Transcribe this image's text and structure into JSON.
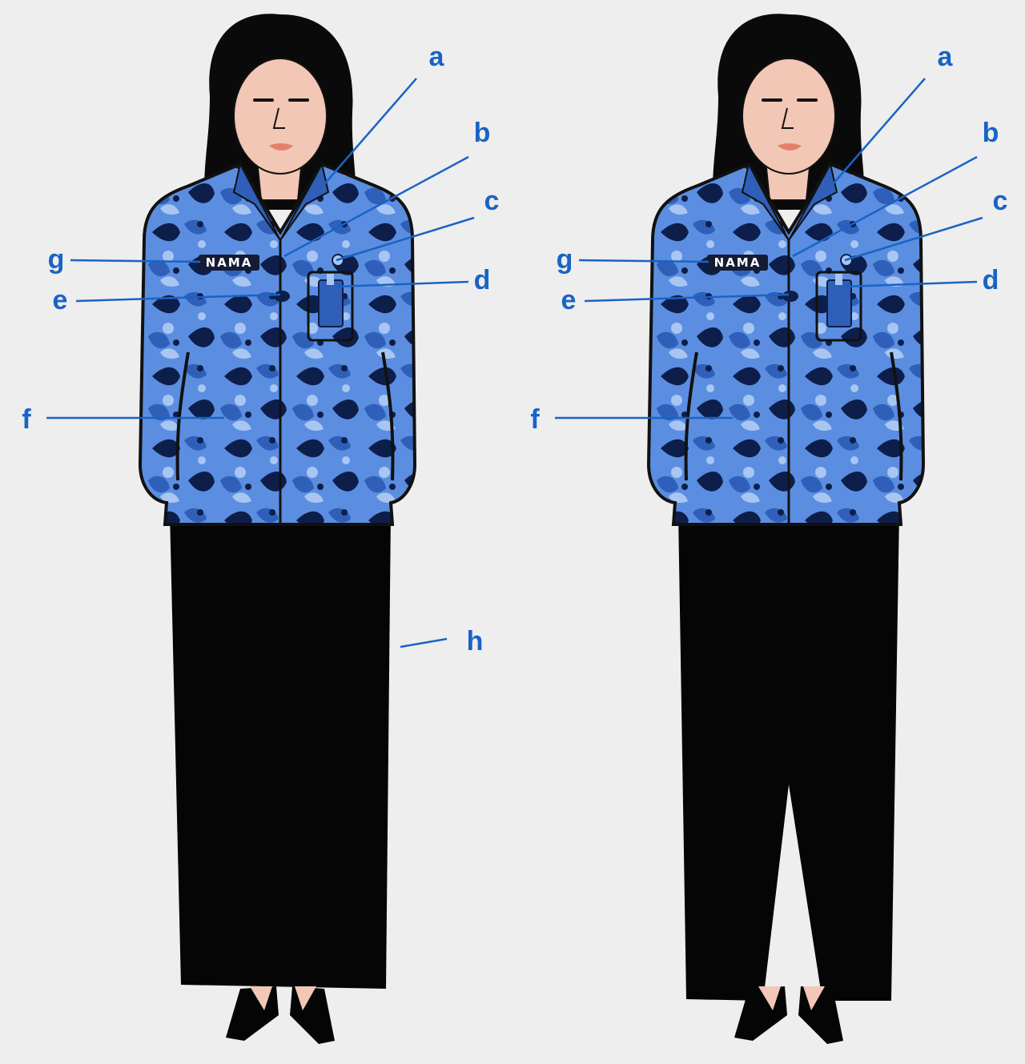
{
  "colors": {
    "background": "#eeeeee",
    "border": "#111111",
    "batik_base": "#5b8ee0",
    "batik_dark": "#0d1e4a",
    "batik_mid": "#2f5fb8",
    "batik_light": "#a9c6f2",
    "skirt": "#050505",
    "hair": "#0a0a0a",
    "skin": "#f2c7b5",
    "lips": "#e4806a",
    "callout": "#1a63c6",
    "nametag_bg": "#151b33",
    "nametag_text": "#ffffff"
  },
  "figures": [
    {
      "variant": "skirt",
      "nametag": "NAMA",
      "callouts": [
        {
          "label": "a"
        },
        {
          "label": "b"
        },
        {
          "label": "c"
        },
        {
          "label": "d"
        },
        {
          "label": "e"
        },
        {
          "label": "f"
        },
        {
          "label": "g"
        },
        {
          "label": "h"
        }
      ]
    },
    {
      "variant": "trousers",
      "nametag": "NAMA",
      "callouts": [
        {
          "label": "a"
        },
        {
          "label": "b"
        },
        {
          "label": "c"
        },
        {
          "label": "d"
        },
        {
          "label": "e"
        },
        {
          "label": "f"
        },
        {
          "label": "g"
        }
      ]
    }
  ]
}
